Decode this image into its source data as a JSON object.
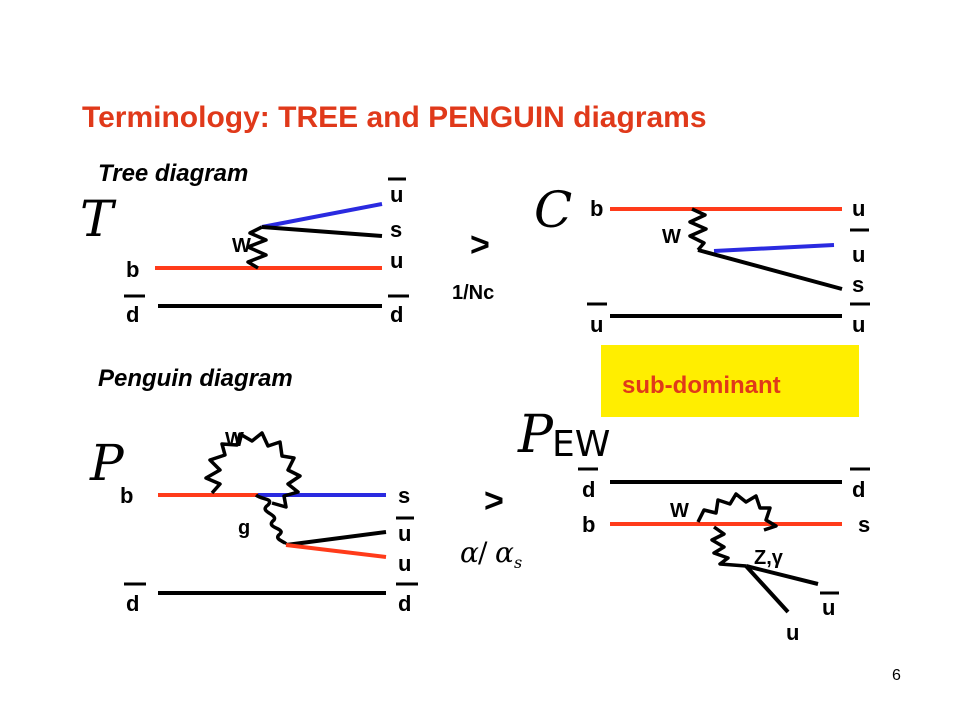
{
  "colors": {
    "title": "#e0391a",
    "quark_red": "#ff3b1a",
    "quark_blue": "#2a2ae0",
    "line": "#000000",
    "badge_bg": "#ffee00",
    "badge_text": "#e0391a"
  },
  "title": "Terminology:  TREE and PENGUIN diagrams",
  "tree": {
    "heading": "Tree diagram",
    "symbol": "T",
    "labels": {
      "u_top": "u",
      "s": "s",
      "u": "u",
      "w": "W",
      "b": "b",
      "d_left": "d",
      "d_right": "d"
    }
  },
  "comparison_top": {
    "symbol": ">",
    "factor": "1/Nc"
  },
  "color_suppressed": {
    "symbol": "C",
    "labels": {
      "b": "b",
      "u_top": "u",
      "w": "W",
      "u_mid": "u",
      "s": "s",
      "u_left": "u",
      "u_right": "u"
    }
  },
  "badge": "sub-dominant",
  "penguin": {
    "heading": "Penguin diagram",
    "symbol": "P",
    "labels": {
      "w": "W",
      "b": "b",
      "s": "s",
      "g": "g",
      "u_1": "u",
      "u_2": "u",
      "d_left": "d",
      "d_right": "d"
    }
  },
  "comparison_bottom": {
    "symbol": ">",
    "factor_num": "α",
    "factor_den": "α",
    "factor_sub": "s"
  },
  "electroweak": {
    "symbol": "P",
    "subscript": "EW",
    "labels": {
      "d_left": "d",
      "d_right": "d",
      "w": "W",
      "b": "b",
      "s": "s",
      "zg": "Z,γ",
      "u_1": "u",
      "u_2": "u"
    }
  },
  "page_number": "6"
}
